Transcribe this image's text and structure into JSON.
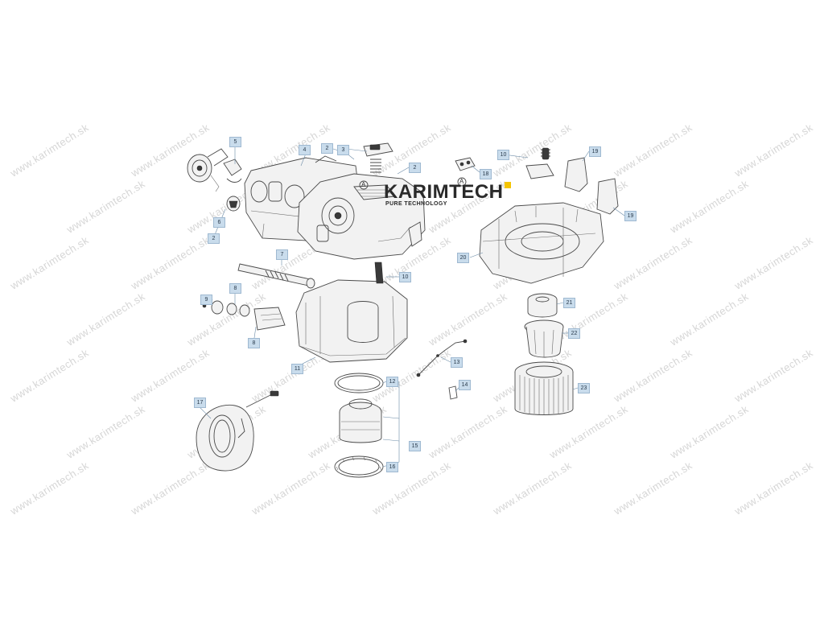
{
  "watermark": {
    "text": "www.karimtech.sk",
    "color": "#d6d6d6"
  },
  "logo": {
    "name": "KARIMTECH",
    "tagline": "PURE TECHNOLOGY",
    "accent_color": "#f4c400"
  },
  "diagram": {
    "callout_color": "#c9dcec",
    "callouts": [
      "5",
      "4",
      "2",
      "3",
      "2",
      "18",
      "10",
      "19",
      "19",
      "6",
      "2",
      "20",
      "7",
      "10",
      "9",
      "8",
      "8",
      "21",
      "22",
      "11",
      "13",
      "12",
      "14",
      "23",
      "17",
      "15",
      "16"
    ],
    "part_markers": [
      "A",
      "A"
    ]
  }
}
